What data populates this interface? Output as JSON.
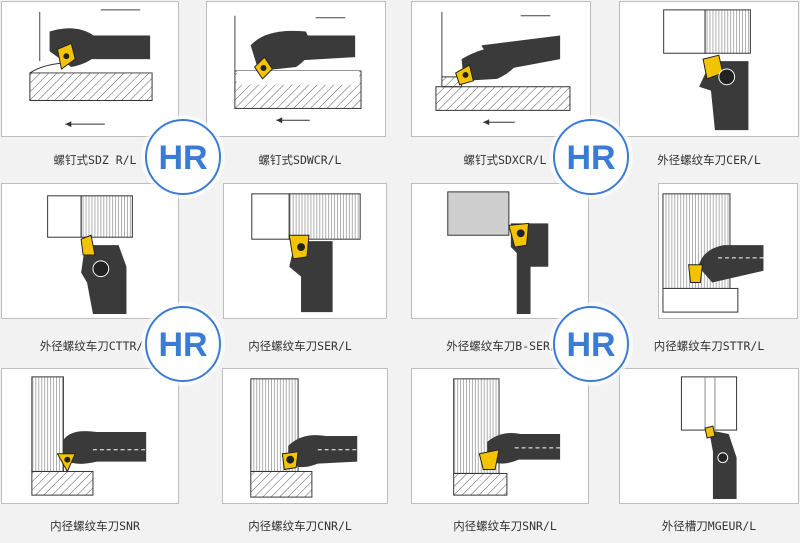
{
  "items": [
    {
      "caption": "螺钉式SDZ R/L"
    },
    {
      "caption": "螺钉式SDWCR/L"
    },
    {
      "caption": "螺钉式SDXCR/L"
    },
    {
      "caption": "外径螺纹车刀CER/L"
    },
    {
      "caption": "外径螺纹车刀CTTR/L"
    },
    {
      "caption": "内径螺纹车刀SER/L"
    },
    {
      "caption": "外径螺纹车刀B-SER/L"
    },
    {
      "caption": "内径螺纹车刀STTR/L"
    },
    {
      "caption": "内径螺纹车刀SNR"
    },
    {
      "caption": "内径螺纹车刀CNR/L"
    },
    {
      "caption": "内径螺纹车刀SNR/L"
    },
    {
      "caption": "外径槽刀MGEUR/L"
    }
  ],
  "watermark": {
    "brand_colors": {
      "blue": "#3a7bd5",
      "white": "#ffffff"
    }
  },
  "colors": {
    "insert": "#f3c300",
    "holder": "#3a3a3a",
    "workpiece_hatch": "#555555"
  }
}
